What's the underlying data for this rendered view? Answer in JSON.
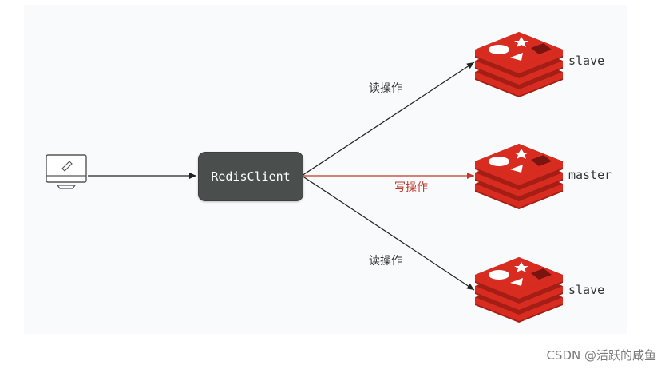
{
  "diagram": {
    "client": {
      "label": "RedisClient"
    },
    "nodes": [
      {
        "role": "slave",
        "label": "slave"
      },
      {
        "role": "master",
        "label": "master"
      },
      {
        "role": "slave",
        "label": "slave"
      }
    ],
    "edges": [
      {
        "label": "读操作",
        "kind": "read"
      },
      {
        "label": "写操作",
        "kind": "write"
      },
      {
        "label": "读操作",
        "kind": "read"
      }
    ],
    "colors": {
      "read_arrow": "#222222",
      "write_arrow": "#c0392b",
      "redis_red": "#d82c20",
      "client_box": "#4a4f4e"
    }
  },
  "watermark": "CSDN @活跃的咸鱼"
}
